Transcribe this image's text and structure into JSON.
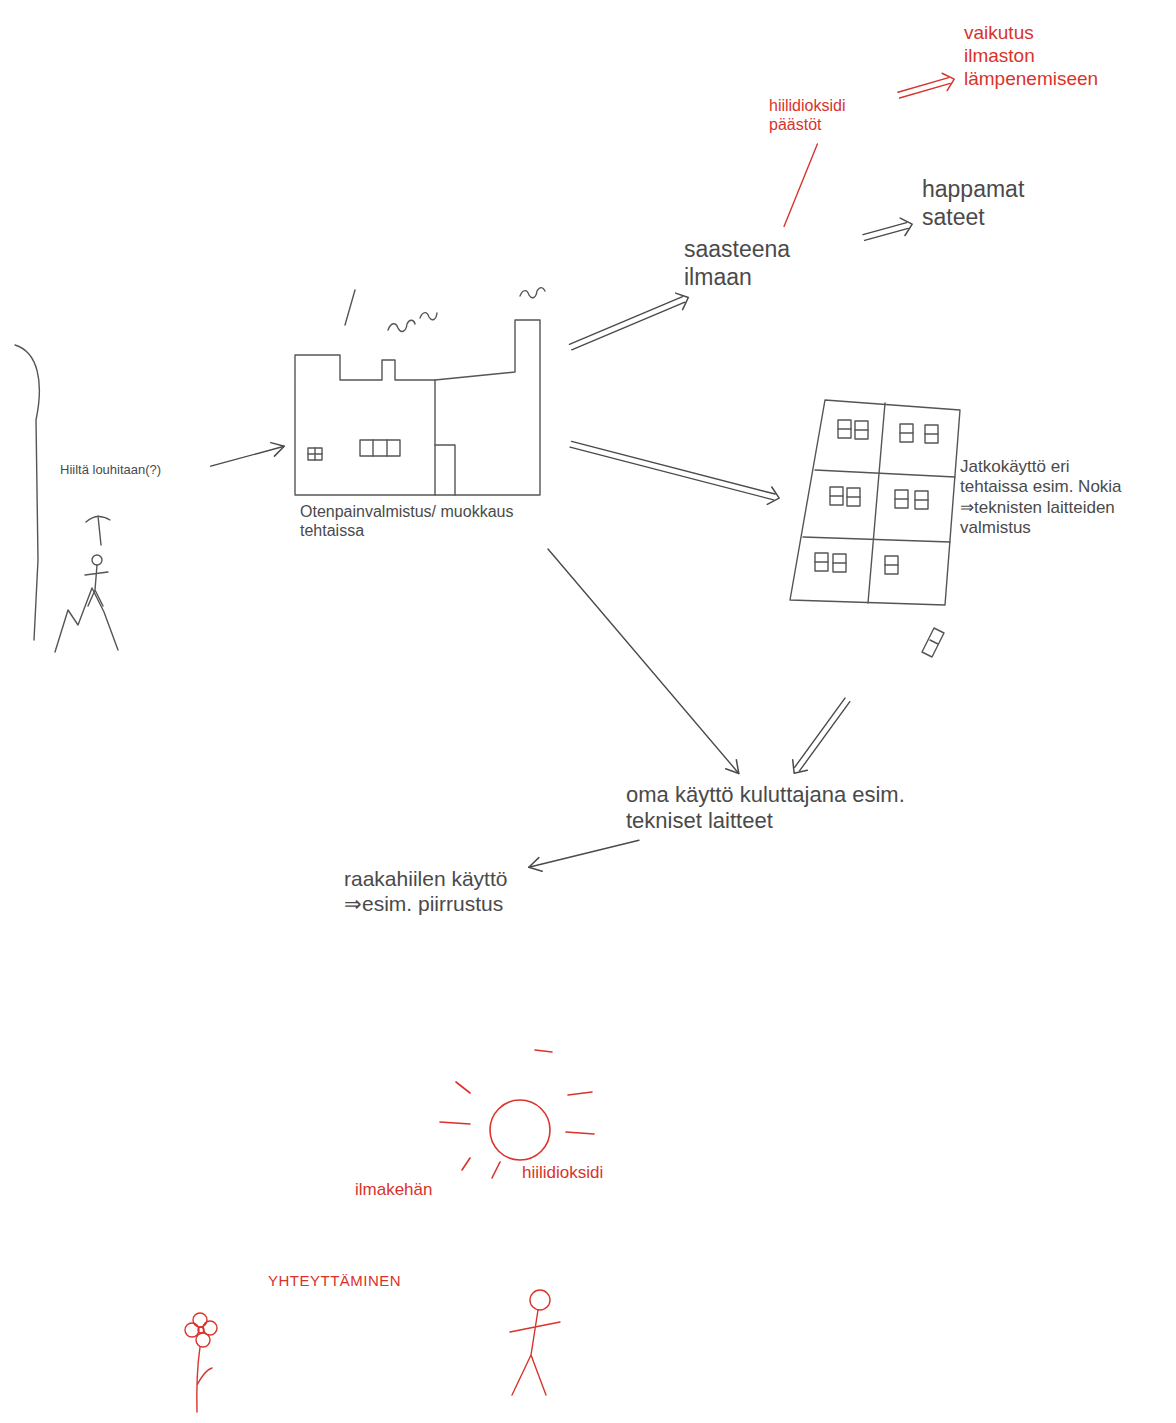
{
  "diagram": {
    "nodes": [
      {
        "text": [
          "hiilidioksidi päästöt"
        ]
      },
      {
        "text": [
          "vaikutus ilmaston lämpenemiseen"
        ]
      },
      {
        "text": [
          "saasteena ilmaan"
        ]
      },
      {
        "text": [
          "happamat sateet"
        ]
      },
      {
        "text": [
          "Hiiltä louhitaan(?)"
        ]
      },
      {
        "text": [
          "Otenpainvalmistus/ muokkaus tehtaissa"
        ]
      },
      {
        "text": [
          "Jatkokäyttö eri tehtaissa esim. Nokia ⇒teknisten laitteiden valmistus"
        ]
      },
      {
        "text": [
          "oma käyttö kuluttajana esim. tekniset laitteet"
        ]
      },
      {
        "text": [
          "raakahiilen käyttö ⇒esim. piirrustus"
        ]
      }
    ],
    "edges": [
      {
        "from": 0,
        "to": 1,
        "arrow": "to"
      },
      {
        "from": 2,
        "to": 0,
        "arrow": "none"
      },
      {
        "from": 2,
        "to": 3,
        "arrow": "to"
      },
      {
        "from": 4,
        "to": 5,
        "arrow": "to"
      },
      {
        "from": 5,
        "to": 2,
        "arrow": "to"
      },
      {
        "from": 5,
        "to": 6,
        "arrow": "to"
      },
      {
        "from": 5,
        "to": 7,
        "arrow": "to"
      },
      {
        "from": 6,
        "to": 7,
        "arrow": "to"
      },
      {
        "from": 7,
        "to": 8,
        "arrow": "to"
      }
    ],
    "labels": [
      "ilmakehän",
      "hiilidioksidi",
      "YHTEYTTÄMINEN"
    ]
  }
}
